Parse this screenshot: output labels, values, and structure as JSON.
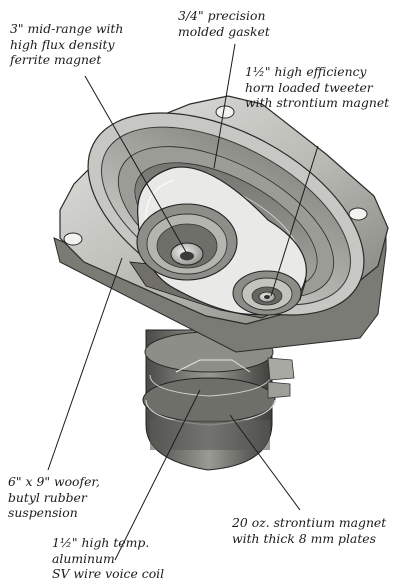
{
  "callouts": {
    "midrange": {
      "lines": [
        "3\" mid-range with",
        "high flux density",
        "ferrite magnet"
      ]
    },
    "gasket": {
      "lines": [
        "3/4\" precision",
        "molded gasket"
      ]
    },
    "tweeter": {
      "lines": [
        "1½\" high efficiency",
        "horn loaded tweeter",
        "with strontium magnet"
      ]
    },
    "woofer": {
      "lines": [
        "6\" x 9\" woofer,",
        "butyl rubber",
        "suspension"
      ]
    },
    "magnet": {
      "lines": [
        "20 oz. strontium magnet",
        "with thick 8 mm plates"
      ]
    },
    "voice_coil": {
      "lines": [
        "1½\" high temp.",
        "aluminum",
        "SV wire voice coil"
      ]
    }
  },
  "colors": {
    "ink": "#1b1b1b",
    "frame_light": "#d9d9d6",
    "frame_mid": "#a7a7a2",
    "frame_dark": "#5c5c58",
    "plate": "#ebebeb"
  }
}
